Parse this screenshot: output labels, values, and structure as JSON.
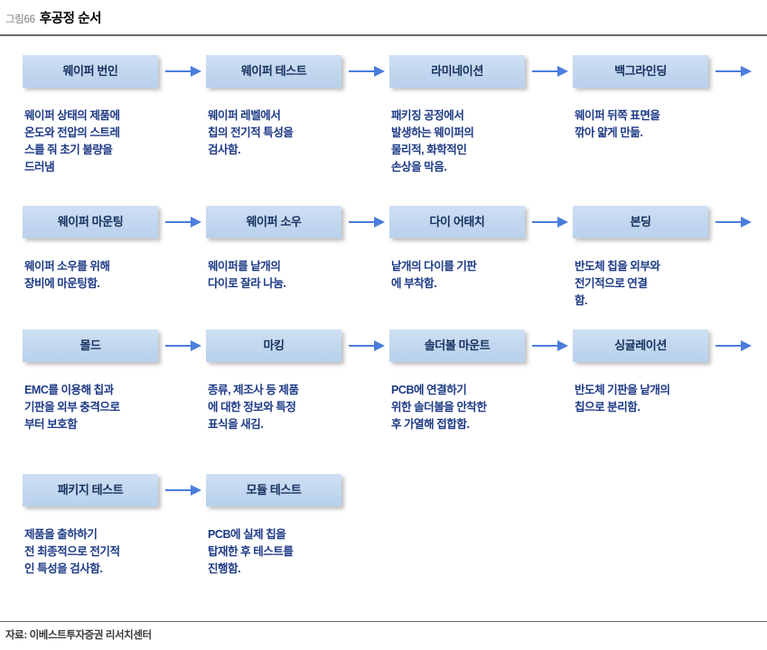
{
  "header": {
    "figure_number": "그림66",
    "title": "후공정 순서"
  },
  "footer": {
    "source": "자료: 이베스트투자증권 리서치센터"
  },
  "colors": {
    "box_fill_top": "#cfe0f4",
    "box_fill_bottom": "#b9d1ec",
    "box_label": "#17305e",
    "description_text": "#1d3a86",
    "arrow": "#4a7ddd",
    "rule": "#6b6b6b"
  },
  "flow": {
    "rows": [
      {
        "row_index": 1,
        "trailing_arrow": true,
        "steps": [
          {
            "label": "웨이퍼 번인",
            "description": "웨이퍼 상태의 제품에\n온도와 전압의 스트레\n스를 줘 초기 불량을\n드러냄",
            "arrow_after": true
          },
          {
            "label": "웨이퍼 테스트",
            "description": "웨이퍼 레벨에서\n칩의 전기적 특성을\n검사함.",
            "arrow_after": true
          },
          {
            "label": "라미네이션",
            "description": "패키징 공정에서\n발생하는 웨이퍼의\n물리적, 화학적인\n손상을 막음.",
            "arrow_after": true
          },
          {
            "label": "백그라인딩",
            "description": "웨이퍼 뒤쪽 표면을\n깎아 얇게 만듦.",
            "arrow_after": true
          }
        ]
      },
      {
        "row_index": 2,
        "trailing_arrow": true,
        "steps": [
          {
            "label": "웨이퍼 마운팅",
            "description": "웨이퍼 소우를 위해\n장비에 마운팅함.",
            "arrow_after": true
          },
          {
            "label": "웨이퍼 소우",
            "description": "웨이퍼를 낱개의\n다이로 잘라 나눔.",
            "arrow_after": true
          },
          {
            "label": "다이 어태치",
            "description": "낱개의 다이를 기판\n에 부착함.",
            "arrow_after": true
          },
          {
            "label": "본딩",
            "description": "반도체 칩을 외부와\n전기적으로 연결\n함.",
            "arrow_after": true
          }
        ]
      },
      {
        "row_index": 3,
        "trailing_arrow": true,
        "steps": [
          {
            "label": "몰드",
            "description": "EMC를 이용해 칩과\n기판을 외부 충격으로\n부터 보호함",
            "arrow_after": true
          },
          {
            "label": "마킹",
            "description": "종류, 제조사 등 제품\n에 대한 정보와 특정\n표식을 새김.",
            "arrow_after": true
          },
          {
            "label": "솔더볼 마운트",
            "description": "PCB에 연결하기\n위한 솔더볼을 안착한\n후 가열해 접합함.",
            "arrow_after": true
          },
          {
            "label": "싱귤레이션",
            "description": "반도체 기판을 낱개의\n칩으로 분리함.",
            "arrow_after": true
          }
        ]
      },
      {
        "row_index": 4,
        "trailing_arrow": false,
        "steps": [
          {
            "label": "패키지 테스트",
            "description": "제품을 출하하기\n전 최종적으로 전기적\n인 특성을 검사함.",
            "arrow_after": true
          },
          {
            "label": "모듈 테스트",
            "description": "PCB에 실제 칩을\n탑재한 후 테스트를\n진행함.",
            "arrow_after": false
          }
        ]
      }
    ]
  }
}
